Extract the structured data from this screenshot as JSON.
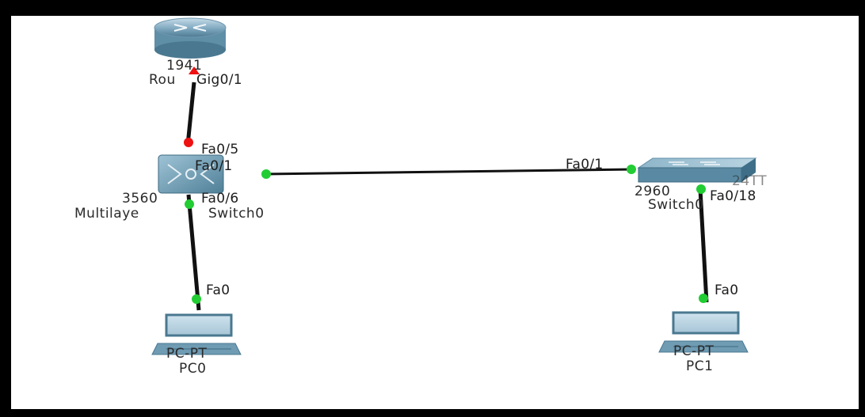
{
  "topology": {
    "devices": {
      "router": {
        "model": "1941",
        "name": "Rou"
      },
      "multilayer_switch": {
        "model": "3560",
        "name": "Multilaye",
        "name_suffix": "Switch0"
      },
      "switch": {
        "model": "2960",
        "model_suffix": "24TT",
        "name": "Switch0"
      },
      "pc0": {
        "model": "PC-PT",
        "name": "PC0"
      },
      "pc1": {
        "model": "PC-PT",
        "name": "PC1"
      }
    },
    "ports": {
      "router_gig": "Gig0/1",
      "mls_fa05": "Fa0/5",
      "mls_fa01": "Fa0/1",
      "mls_fa06": "Fa0/6",
      "sw_fa01": "Fa0/1",
      "sw_fa018": "Fa0/18",
      "pc0_fa0": "Fa0",
      "pc1_fa0": "Fa0"
    },
    "link_status_colors": {
      "up": "#22cc33",
      "down": "#ee1111"
    },
    "icons": {
      "router": "router-icon",
      "multilayer_switch": "multilayer-switch-icon",
      "switch": "switch-icon",
      "pc0": "pc-icon",
      "pc1": "pc-icon"
    }
  }
}
